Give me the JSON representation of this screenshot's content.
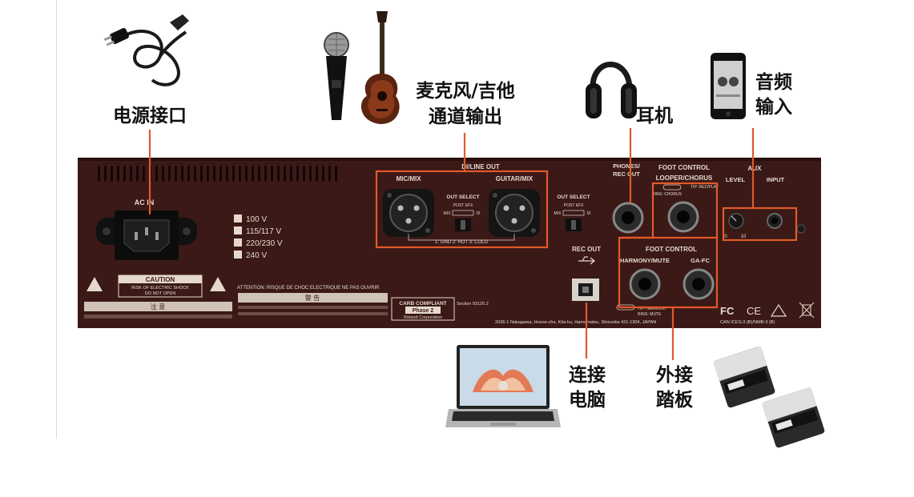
{
  "callouts": {
    "power": "电源接口",
    "mic_guitar": [
      "麦克风/吉他",
      "通道输出"
    ],
    "headphones": "耳机",
    "audio_input": [
      "音频",
      "输入"
    ],
    "computer": [
      "连接",
      "电脑"
    ],
    "pedals": [
      "外接",
      "踏板"
    ]
  },
  "panel": {
    "ac_in": "AC IN",
    "voltages": [
      "100 V",
      "115/117 V",
      "220/230 V",
      "240 V"
    ],
    "caution": {
      "title": "CAUTION",
      "line1": "RISK OF ELECTRIC SHOCK",
      "line2": "DO NOT OPEN"
    },
    "notice_jp": "注 意",
    "attention": "ATTENTION: RISQUE DE CHOC ELECTRIQUE NE PAS OUVRIR",
    "warning_cn": "警 告",
    "carb": {
      "line1": "CARB COMPLIANT",
      "line2": "Phase 2",
      "line3": "Roland Corporation"
    },
    "section": "Section 93120.2",
    "di_line_out": {
      "title": "DI/LINE OUT",
      "mic_mix": "MIC/MIX",
      "guitar_mix": "GUITAR/MIX",
      "out_select": "OUT SELECT",
      "post_efx": "POST EFX",
      "mix": "MIX",
      "di": "DI",
      "pinout": "1: GND  2: HOT  3: COLD"
    },
    "rec_out": "REC OUT",
    "phones": [
      "PHONES/",
      "REC OUT"
    ],
    "foot_control_top": "FOOT CONTROL",
    "looper": "LOOPER/CHORUS",
    "looper_tip": "TIP: REC/PLAY",
    "looper_ring": "RING: CHORUS",
    "foot_control_bottom": "FOOT CONTROL",
    "harmony": "HARMONY/MUTE",
    "ga_fc": "GA-FC",
    "harmony_tip": "TIP: HARMONY",
    "harmony_ring": "RING: MUTE",
    "aux": "AUX",
    "level": "LEVEL",
    "input": "INPUT",
    "level_min": "0",
    "level_max": "10",
    "address": "2036-1 Nakagawa, Hosoe-cho, Kita-ku, Hamamatsu, Shizuoka 431-1304, JAPAN",
    "fc": "FC",
    "ce": "CE",
    "ices": "CAN ICES-3 (B)/NMB-3 (B)"
  },
  "icons": [
    "power-cord-icon",
    "microphone-icon",
    "guitar-icon",
    "headphones-icon",
    "smartphone-icon",
    "laptop-icon",
    "foot-pedal-icon"
  ],
  "colors": {
    "accent": "#e2592a",
    "panel": "#3a1916",
    "background": "#ffffff"
  }
}
